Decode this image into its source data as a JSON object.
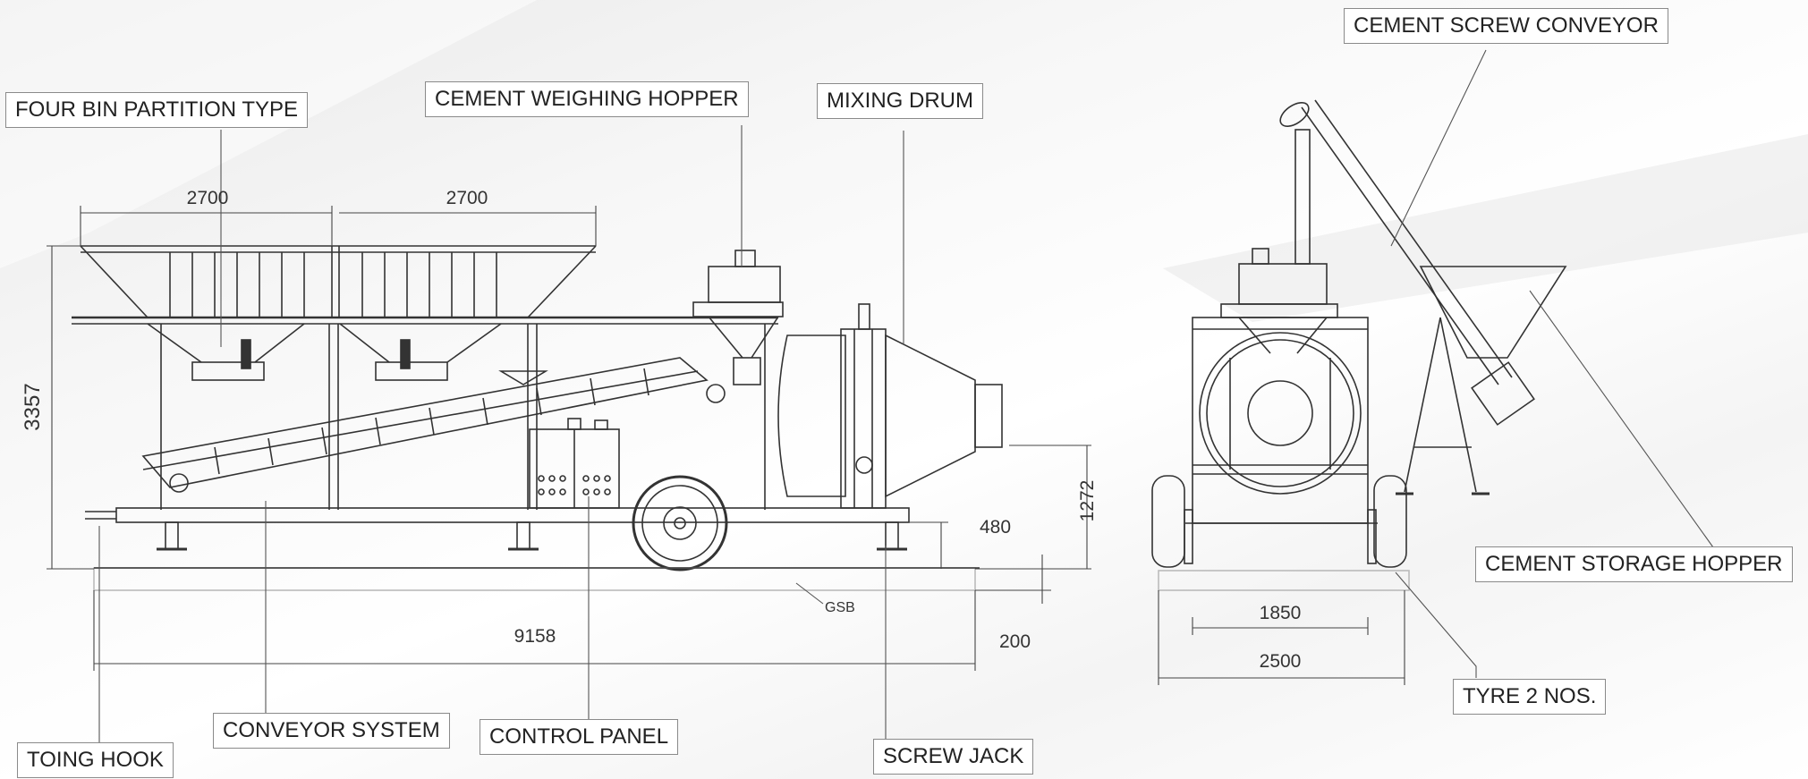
{
  "labels": {
    "four_bin": "FOUR BIN PARTITION TYPE",
    "cement_weighing_hopper": "CEMENT WEIGHING HOPPER",
    "mixing_drum": "MIXING DRUM",
    "cement_screw_conveyor": "CEMENT SCREW CONVEYOR",
    "cement_storage_hopper": "CEMENT STORAGE HOPPER",
    "tyre": "TYRE 2 NOS.",
    "toing_hook": "TOING HOOK",
    "conveyor_system": "CONVEYOR SYSTEM",
    "control_panel": "CONTROL PANEL",
    "screw_jack": "SCREW JACK"
  },
  "dimensions": {
    "bin_width_1": "2700",
    "bin_width_2": "2700",
    "overall_height": "3357",
    "overall_length": "9158",
    "outlet_height": "1272",
    "frame_height": "480",
    "gsb_thickness": "200",
    "gsb": "GSB",
    "wheel_track": "1850",
    "overall_width": "2500"
  }
}
